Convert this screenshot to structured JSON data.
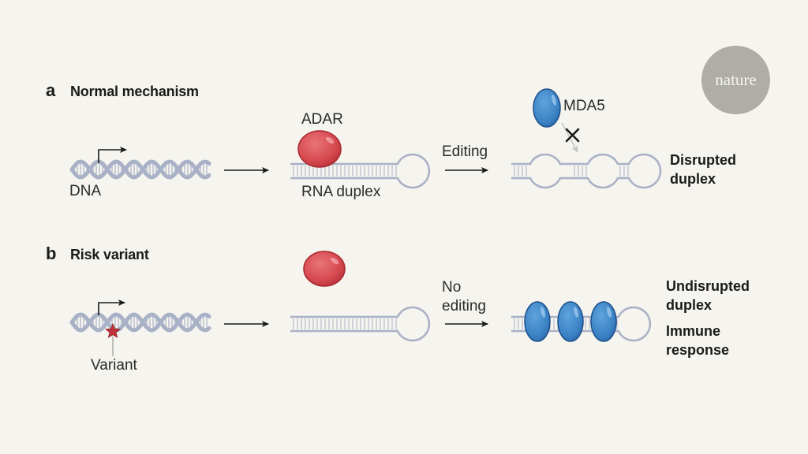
{
  "logo": {
    "text": "nature"
  },
  "colors": {
    "background": "#f5f4ee",
    "nucleic_acid": "#a9b1c6",
    "adar_fill": "#d9555a",
    "adar_stroke": "#a8282e",
    "mda5_fill": "#3f86c7",
    "mda5_stroke": "#1d4f8c",
    "variant_star": "#c0333a",
    "text": "#1a1a1a"
  },
  "panels": [
    {
      "letter": "a",
      "title": "Normal mechanism",
      "dna_label": "DNA",
      "enzyme_label": "ADAR",
      "rna_label": "RNA duplex",
      "step_label": "Editing",
      "sensor_label": "MDA5",
      "blocked_symbol": "✕",
      "outcome": [
        "Disrupted",
        "duplex"
      ]
    },
    {
      "letter": "b",
      "title": "Risk variant",
      "variant_label": "Variant",
      "step_label_line1": "No",
      "step_label_line2": "editing",
      "outcome": [
        "Undisrupted",
        "duplex"
      ],
      "outcome2": [
        "Immune",
        "response"
      ]
    }
  ]
}
